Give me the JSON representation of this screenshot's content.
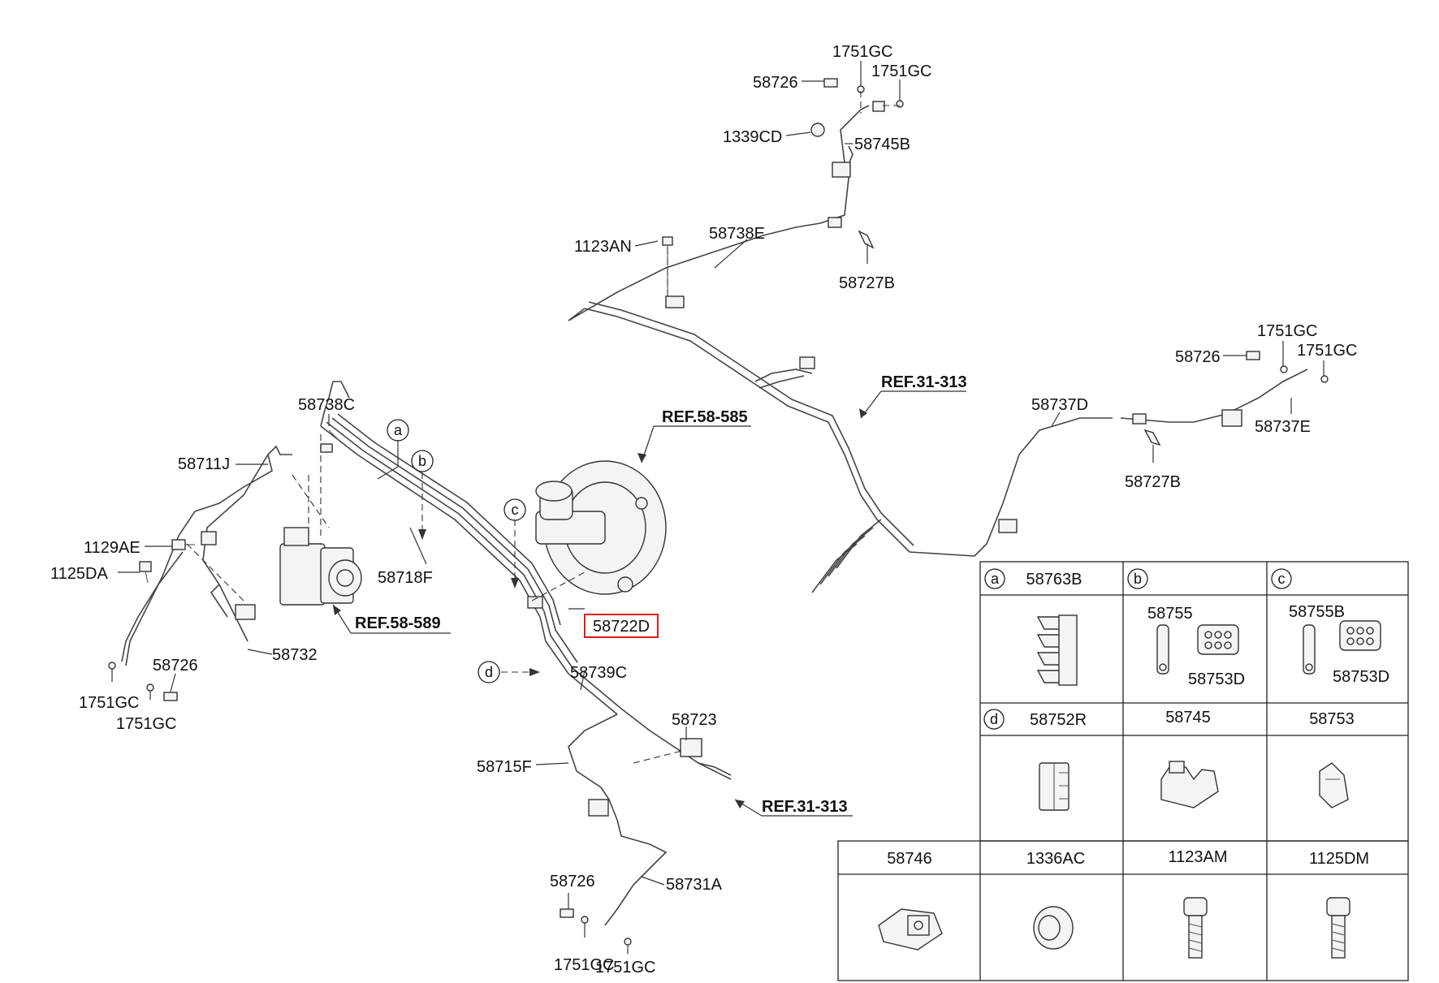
{
  "labels": {
    "p1751gc_a": "1751GC",
    "p1751gc_b": "1751GC",
    "p58726_top": "58726",
    "p1339cd": "1339CD",
    "p58745b": "58745B",
    "p1123an": "1123AN",
    "p58738e": "58738E",
    "p58727b_top": "58727B",
    "p1751gc_c": "1751GC",
    "p1751gc_d": "1751GC",
    "p58726_right": "58726",
    "p58737d": "58737D",
    "p58737e": "58737E",
    "p58727b_right": "58727B",
    "p58738c": "58738C",
    "p58711j": "58711J",
    "p1129ae": "1129AE",
    "p1125da": "1125DA",
    "p58718f": "58718F",
    "p58726_left": "58726",
    "p1751gc_e": "1751GC",
    "p1751gc_f": "1751GC",
    "p58732": "58732",
    "p58722d": "58722D",
    "p58739c": "58739C",
    "p58723": "58723",
    "p58715f": "58715F",
    "p58726_bottom": "58726",
    "p58731a": "58731A",
    "p1751gc_g": "1751GC",
    "p1751gc_h": "1751GC"
  },
  "refs": {
    "ref31_313_top": "REF.31-313",
    "ref58_585": "REF.58-585",
    "ref58_589": "REF.58-589",
    "ref31_313_bottom": "REF.31-313"
  },
  "callouts": {
    "a": "a",
    "b": "b",
    "c": "c",
    "d": "d"
  },
  "table": {
    "row1": [
      {
        "circle": "a",
        "part": "58763B"
      },
      {
        "circle": "b",
        "part": "58755",
        "extra": "58753D"
      },
      {
        "circle": "c",
        "part": "58755B",
        "extra": "58753D"
      }
    ],
    "row2": [
      {
        "circle": "d",
        "part": "58752R"
      },
      {
        "part": "58745"
      },
      {
        "part": "58753"
      }
    ],
    "row3": [
      {
        "part": "58746"
      },
      {
        "part": "1336AC"
      },
      {
        "part": "1123AM"
      },
      {
        "part": "1125DM"
      }
    ]
  },
  "highlight_color": "#e01b1b"
}
